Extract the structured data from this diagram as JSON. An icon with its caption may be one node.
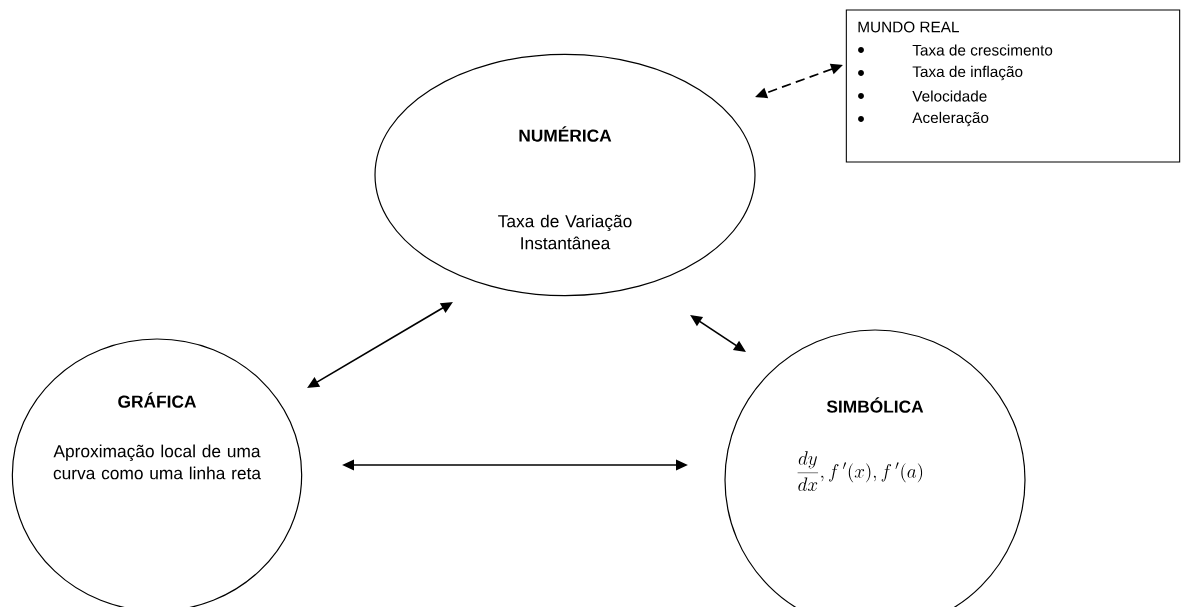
{
  "diagram": {
    "nodes": [
      {
        "text": [
          "NUMÉRICA",
          "Taxa de Variação Instantânea"
        ]
      },
      {
        "text": [
          "MUNDO REAL",
          "Taxa de crescimento",
          "Taxa de inflação",
          "Velocidade",
          "Aceleração"
        ]
      },
      {
        "text": [
          "GRÁFICA",
          "Aproximação local de uma curva como uma linha reta"
        ]
      },
      {
        "text": [
          "SIMBÓLICA",
          "\\frac{dy}{dx}, f\\,'(x), f\\,'(a)"
        ]
      }
    ],
    "edges": [
      {
        "from": 1,
        "to": 0,
        "arrow": "both",
        "style": "dashed"
      },
      {
        "from": 2,
        "to": 0,
        "arrow": "both"
      },
      {
        "from": 0,
        "to": 3,
        "arrow": "both"
      },
      {
        "from": 2,
        "to": 3,
        "arrow": "both"
      }
    ]
  }
}
